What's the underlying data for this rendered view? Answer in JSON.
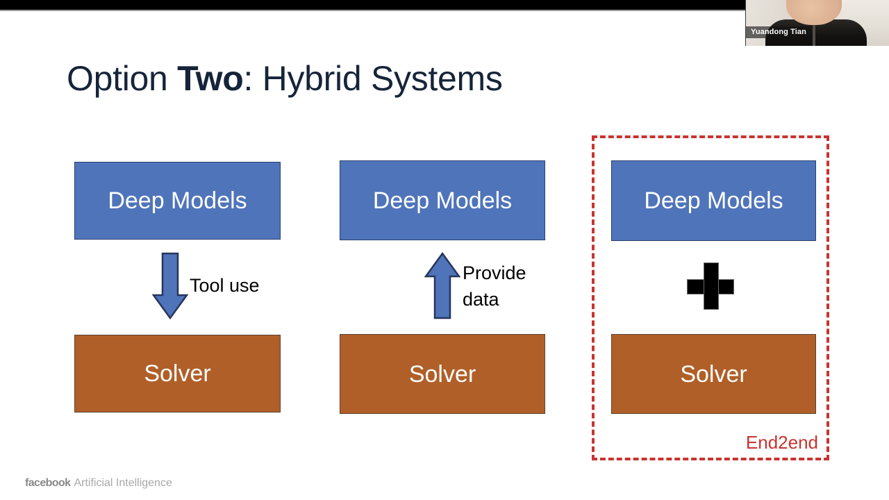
{
  "slide": {
    "title_prefix": "Option ",
    "title_bold": "Two",
    "title_suffix": ": Hybrid Systems",
    "background_color": "#ffffff"
  },
  "webcam": {
    "participant_name": "Yuandong Tian"
  },
  "colors": {
    "blue_box": "#4f74ba",
    "blue_border": "#2a3f6b",
    "orange_box": "#b05f28",
    "orange_border": "#5a4234",
    "dashed_red": "#c8342f",
    "title_navy": "#16243a",
    "caption_black": "#000000"
  },
  "columns": [
    {
      "id": "tool-use",
      "top_box_label": "Deep Models",
      "bottom_box_label": "Solver",
      "connector": "arrow-down",
      "connector_caption": "Tool use",
      "caption_lines": [
        "Tool use"
      ],
      "highlighted": false
    },
    {
      "id": "provide-data",
      "top_box_label": "Deep Models",
      "bottom_box_label": "Solver",
      "connector": "arrow-up",
      "connector_caption": "Provide data",
      "caption_lines": [
        "Provide",
        "data"
      ],
      "highlighted": false
    },
    {
      "id": "end2end",
      "top_box_label": "Deep Models",
      "bottom_box_label": "Solver",
      "connector": "plus-sign",
      "connector_caption": "+",
      "highlighted": true,
      "highlight_label": "End2end"
    }
  ],
  "footer": {
    "brand": "facebook",
    "subtitle": "Artificial Intelligence"
  }
}
